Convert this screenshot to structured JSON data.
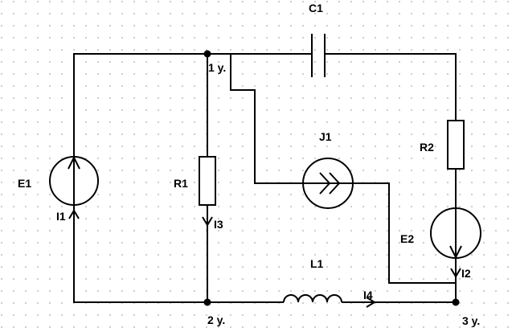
{
  "labels": {
    "c1": "C1",
    "j1": "J1",
    "r1": "R1",
    "r2": "R2",
    "e1": "E1",
    "e2": "E2",
    "l1": "L1",
    "i1": "I1",
    "i2": "I2",
    "i3": "I3",
    "i4": "I4"
  },
  "nodes": {
    "n1": "1 y.",
    "n2": "2 y.",
    "n3": "3 y."
  },
  "colors": {
    "ink": "#000000",
    "grid_dot": "#c8c8c8",
    "background": "#ffffff"
  }
}
